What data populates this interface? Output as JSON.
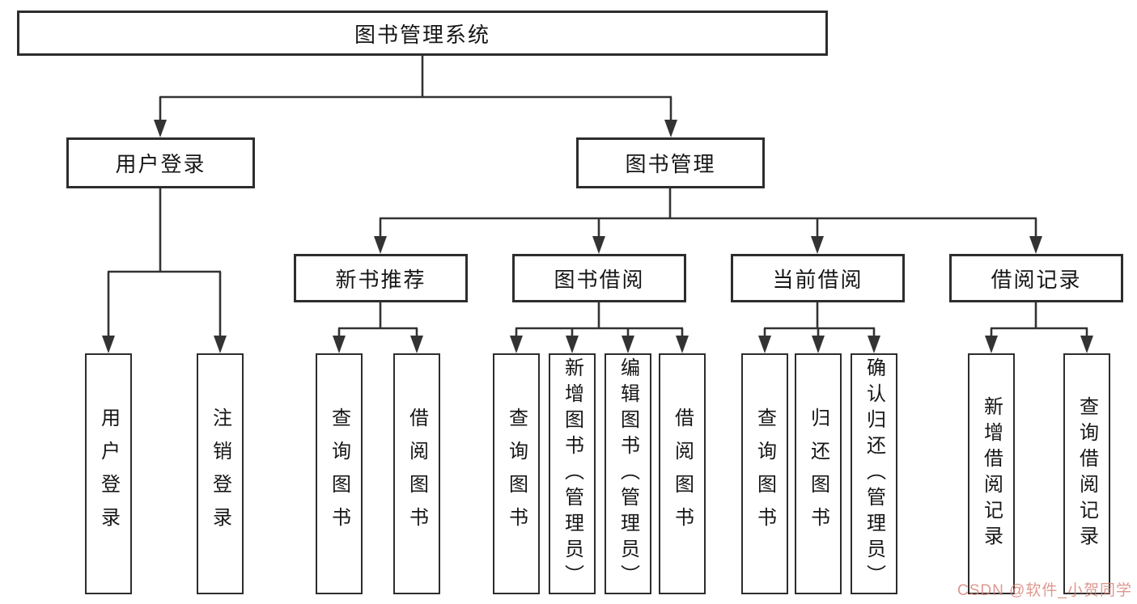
{
  "tree": {
    "root": "图书管理系统",
    "login": {
      "label": "用户登录",
      "children": [
        "用户登录",
        "注销登录"
      ]
    },
    "mgmt": {
      "label": "图书管理",
      "sections": [
        {
          "label": "新书推荐",
          "children": [
            "查询图书",
            "借阅图书"
          ]
        },
        {
          "label": "图书借阅",
          "children": [
            "查询图书",
            "新增图书（管理员）",
            "编辑图书（管理员）",
            "借阅图书"
          ]
        },
        {
          "label": "当前借阅",
          "children": [
            "查询图书",
            "归还图书",
            "确认归还（管理员）"
          ]
        },
        {
          "label": "借阅记录",
          "children": [
            "新增借阅记录",
            "查询借阅记录"
          ]
        }
      ]
    }
  },
  "watermark": {
    "text": "CSDN @软件_小贺同学"
  },
  "colors": {
    "line": "#333333",
    "border": "#2d2d2d",
    "watermark": "#d9857c"
  }
}
